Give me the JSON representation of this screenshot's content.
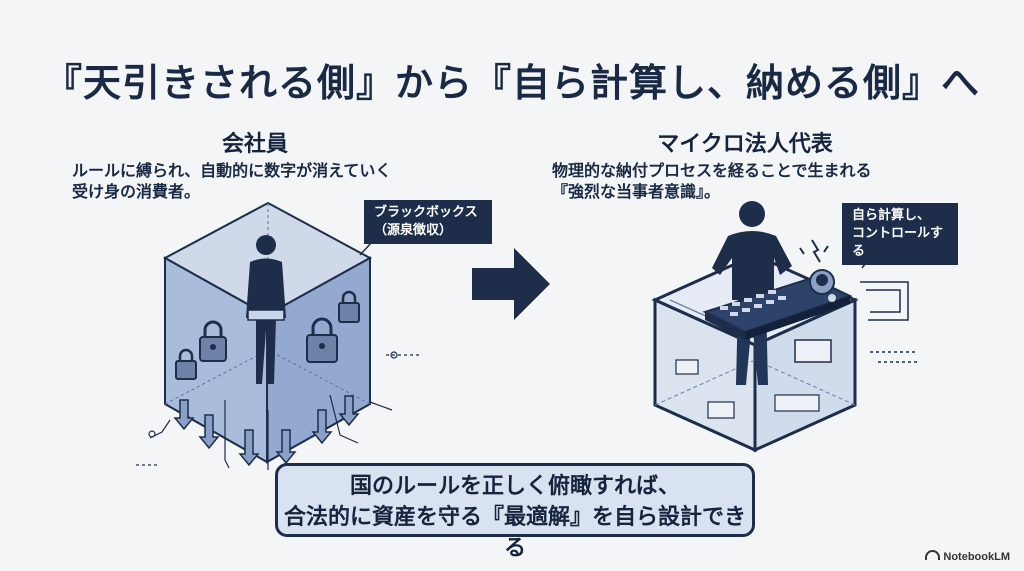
{
  "title": "『天引きされる側』から『自ら計算し、納める側』へ",
  "left": {
    "heading": "会社員",
    "desc_line1": "ルールに縛られ、自動的に数字が消えていく",
    "desc_line2": "受け身の消費者。",
    "callout_line1": "ブラックボックス",
    "callout_line2": "（源泉徴収）"
  },
  "right": {
    "heading": "マイクロ法人代表",
    "desc_line1": "物理的な納付プロセスを経ることで生まれる",
    "desc_line2": "『強烈な当事者意識』。",
    "callout_line1": "自ら計算し、",
    "callout_line2": "コントロールする"
  },
  "bottom": {
    "line1": "国のルールを正しく俯瞰すれば、",
    "line2": "合法的に資産を守る『最適解』を自ら設計できる"
  },
  "brand": "NotebookLM",
  "colors": {
    "navy": "#1d2d4a",
    "box_fill": "#b7c8e2",
    "panel": "#d9e2f0"
  }
}
